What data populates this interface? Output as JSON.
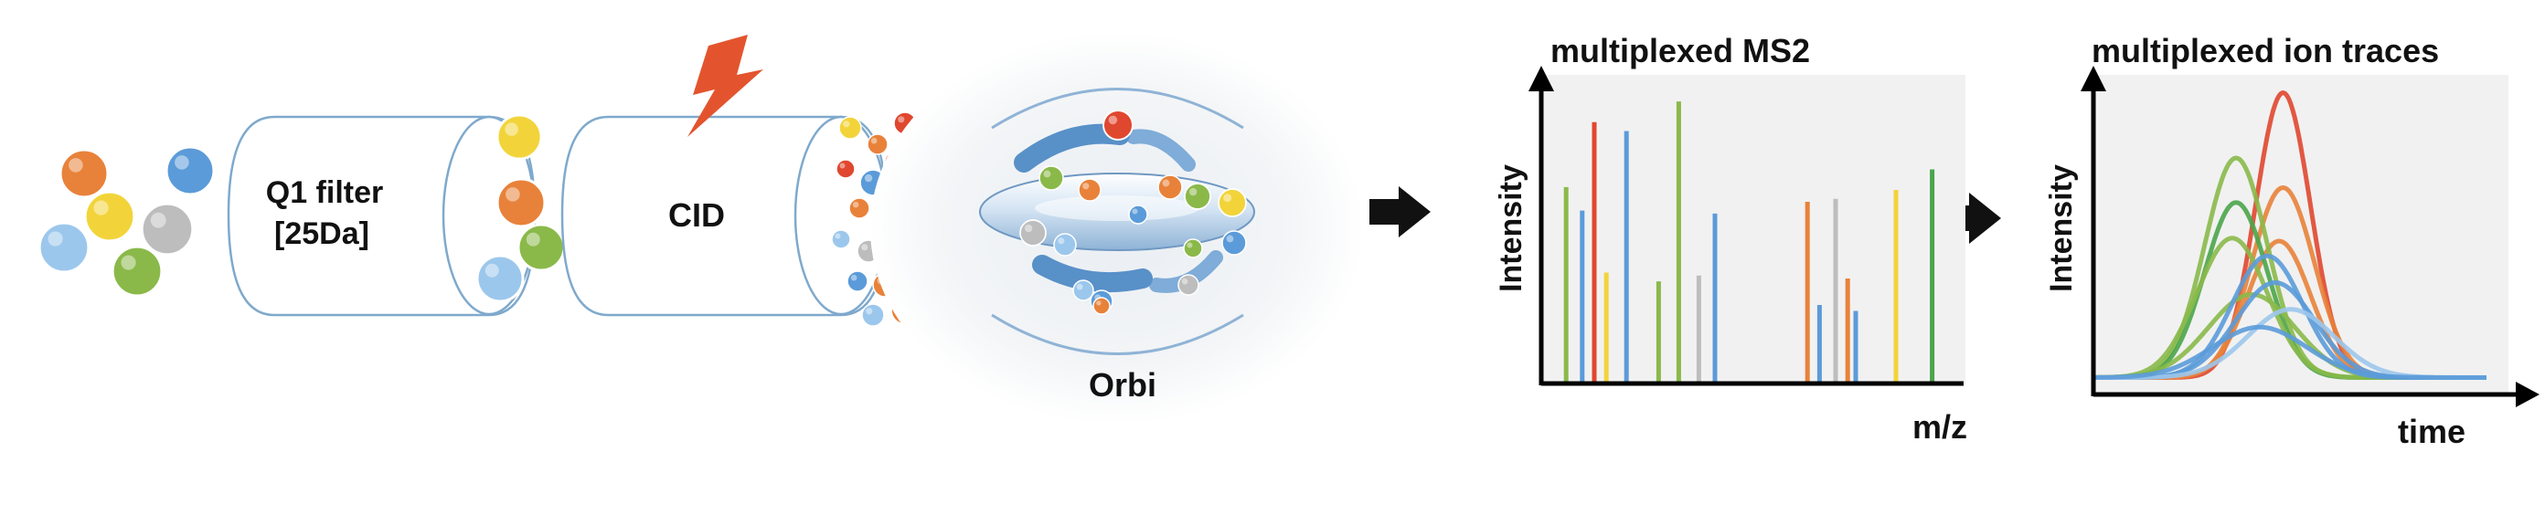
{
  "labels": {
    "q1_line1": "Q1 filter",
    "q1_line2": "[25Da]",
    "cid": "CID",
    "orbi": "Orbi",
    "ms2_title": "multiplexed MS2",
    "ms2_ylabel": "Intensity",
    "ms2_xlabel": "m/z",
    "ion_title": "multiplexed ion traces",
    "ion_ylabel": "Intensity",
    "ion_xlabel": "time"
  },
  "colors": {
    "red": "#e0472f",
    "orange": "#e8823a",
    "yellow": "#f2d43a",
    "green": "#8ab94a",
    "dark_green": "#4aa54a",
    "blue": "#5b9bd9",
    "light_blue": "#9cc7ec",
    "gray": "#bdbdbd",
    "tube_stroke": "#7fa9cc",
    "arrow": "#111111"
  },
  "chart_data": [
    {
      "type": "bar",
      "title": "multiplexed MS2",
      "xlabel": "m/z",
      "ylabel": "Intensity",
      "ylim": [
        0,
        100
      ],
      "bars": [
        {
          "mz": 3,
          "value": 66,
          "color": "green"
        },
        {
          "mz": 7,
          "value": 58,
          "color": "blue"
        },
        {
          "mz": 10,
          "value": 88,
          "color": "red"
        },
        {
          "mz": 13,
          "value": 37,
          "color": "yellow"
        },
        {
          "mz": 18,
          "value": 85,
          "color": "blue"
        },
        {
          "mz": 26,
          "value": 34,
          "color": "green"
        },
        {
          "mz": 31,
          "value": 95,
          "color": "green"
        },
        {
          "mz": 36,
          "value": 36,
          "color": "gray"
        },
        {
          "mz": 40,
          "value": 57,
          "color": "blue"
        },
        {
          "mz": 63,
          "value": 61,
          "color": "orange"
        },
        {
          "mz": 66,
          "value": 26,
          "color": "blue"
        },
        {
          "mz": 70,
          "value": 62,
          "color": "gray"
        },
        {
          "mz": 73,
          "value": 35,
          "color": "orange"
        },
        {
          "mz": 75,
          "value": 24,
          "color": "blue"
        },
        {
          "mz": 85,
          "value": 65,
          "color": "yellow"
        },
        {
          "mz": 94,
          "value": 72,
          "color": "dark_green"
        }
      ]
    },
    {
      "type": "line",
      "title": "multiplexed ion traces",
      "xlabel": "time",
      "ylabel": "Intensity",
      "ylim": [
        0,
        100
      ],
      "xlim": [
        0,
        100
      ],
      "series": [
        {
          "center": 48,
          "width": 7,
          "height": 96,
          "color": "red"
        },
        {
          "center": 48,
          "width": 8,
          "height": 64,
          "color": "orange"
        },
        {
          "center": 47,
          "width": 8,
          "height": 46,
          "color": "orange"
        },
        {
          "center": 36,
          "width": 8,
          "height": 74,
          "color": "green"
        },
        {
          "center": 36,
          "width": 8,
          "height": 59,
          "color": "dark_green"
        },
        {
          "center": 35,
          "width": 9,
          "height": 47,
          "color": "green"
        },
        {
          "center": 40,
          "width": 11,
          "height": 28,
          "color": "green"
        },
        {
          "center": 44,
          "width": 9,
          "height": 41,
          "color": "blue"
        },
        {
          "center": 46,
          "width": 10,
          "height": 32,
          "color": "blue"
        },
        {
          "center": 50,
          "width": 11,
          "height": 23,
          "color": "light_blue"
        },
        {
          "center": 42,
          "width": 12,
          "height": 17,
          "color": "blue"
        }
      ]
    }
  ]
}
